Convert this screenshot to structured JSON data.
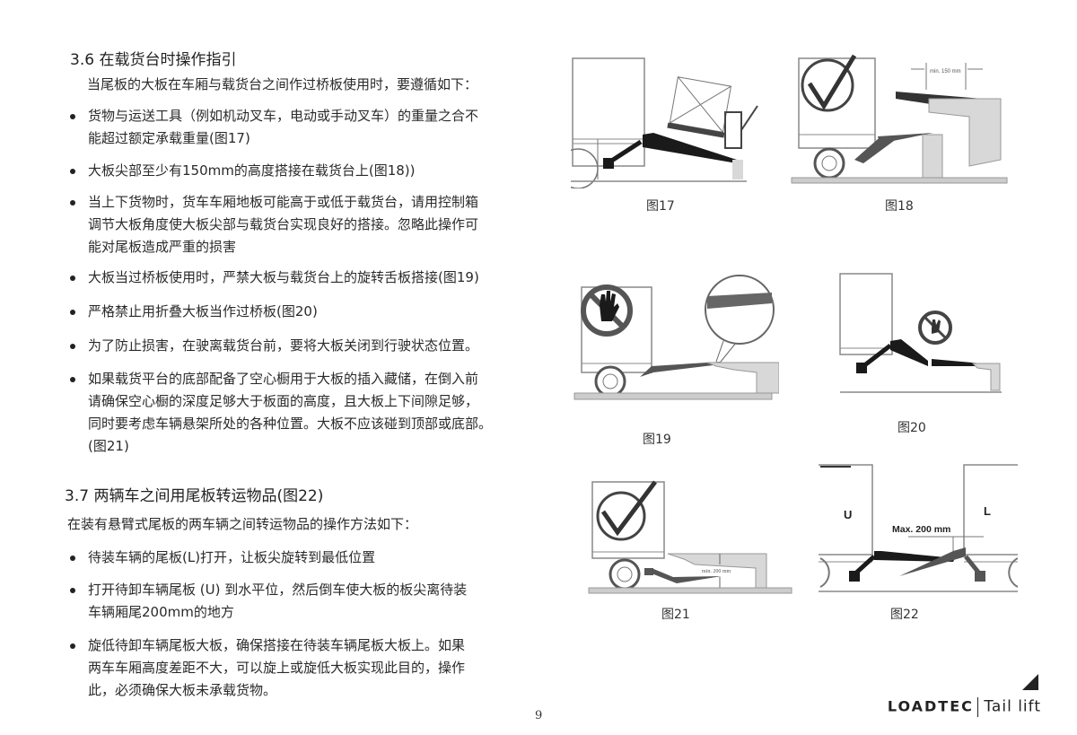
{
  "section_36": {
    "title": "3.6  在载货台时操作指引",
    "intro": "当尾板的大板在车厢与载货台之间作过桥板使用时，要遵循如下：",
    "bullets": [
      {
        "line1": "货物与运送工具（例如机动叉车，电动或手动叉车）的重量之合不",
        "line2": "能超过额定承载重量(图17)"
      },
      {
        "line1": "大板尖部至少有150mm的高度搭接在载货台上(图18))"
      },
      {
        "line1": "当上下货物时，货车车厢地板可能高于或低于载货台，请用控制箱",
        "line2": "调节大板角度使大板尖部与载货台实现良好的搭接。忽略此操作可",
        "line3": "能对尾板造成严重的损害"
      },
      {
        "line1": "大板当过桥板使用时，严禁大板与载货台上的旋转舌板搭接(图19)"
      },
      {
        "line1": "严格禁止用折叠大板当作过桥板(图20)"
      },
      {
        "line1": "为了防止损害，在驶离载货台前，要将大板关闭到行驶状态位置。"
      },
      {
        "line1": "如果载货平台的底部配备了空心橱用于大板的插入藏储，在倒入前",
        "line2": "请确保空心橱的深度足够大于板面的高度，且大板上下间隙足够，",
        "line3": "同时要考虑车辆悬架所处的各种位置。大板不应该碰到顶部或底部。",
        "line4": "(图21)"
      }
    ]
  },
  "section_37": {
    "title": "3.7  两辆车之间用尾板转运物品(图22)",
    "intro": "在装有悬臂式尾板的两车辆之间转运物品的操作方法如下：",
    "bullets": [
      {
        "line1": " 待装车辆的尾板(L)打开，让板尖旋转到最低位置"
      },
      {
        "line1": "打开待卸车辆尾板 (U) 到水平位，然后倒车使大板的板尖离待装",
        "line2": "车辆厢尾200mm的地方"
      },
      {
        "line1": "旋低待卸车辆尾板大板，确保搭接在待装车辆尾板大板上。如果",
        "line2": "两车车厢高度差距不大，可以旋上或旋低大板实现此目的，操作",
        "line3": "此，必须确保大板未承载货物。"
      }
    ]
  },
  "figures": {
    "fig17": {
      "caption": "图17"
    },
    "fig18": {
      "caption": "图18",
      "dimension": "min. 150 mm"
    },
    "fig19": {
      "caption": "图19"
    },
    "fig20": {
      "caption": "图20"
    },
    "fig21": {
      "caption": "图21",
      "dimension": "min. 200 mm"
    },
    "fig22": {
      "caption": "图22",
      "label_u": "U",
      "label_l": "L",
      "dimension": "Max. 200 mm"
    }
  },
  "page_number": "9",
  "brand": {
    "name": "LOADTEC",
    "product": "Tail lift"
  },
  "colors": {
    "text": "#2a2a2a",
    "dark_fill": "#1a1a1a",
    "ramp_gray": "#d8d8d8",
    "line_gray": "#888888"
  }
}
